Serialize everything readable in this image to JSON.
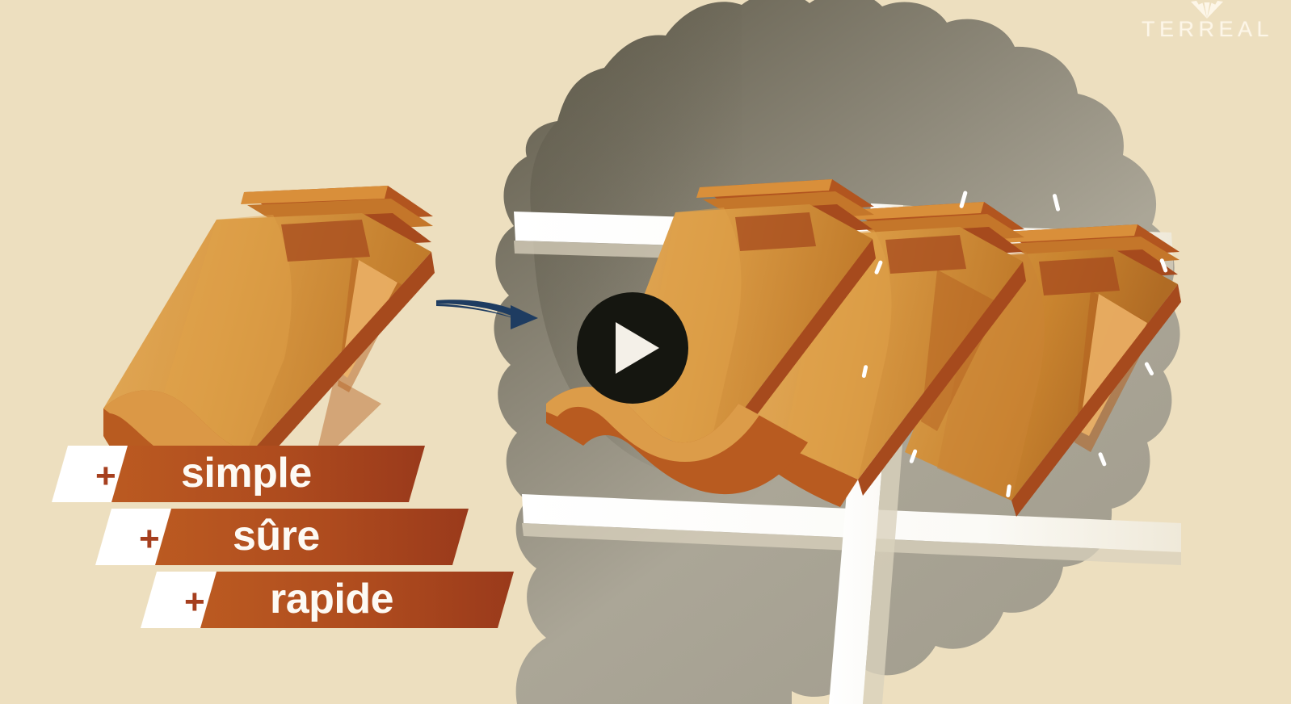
{
  "scene": {
    "type": "video-thumbnail",
    "background_color": "#eddfbf",
    "title": "Terreal roof tile installation video thumbnail"
  },
  "brand": {
    "logo_word": "TERREAL",
    "logo_icon": "fan-leaf-icon",
    "logo_color": "#fdf6e8"
  },
  "player": {
    "play_icon": "play-triangle-icon",
    "button_name": "play-video-button",
    "circle_color": "#151610",
    "triangle_color": "#f4f0e8"
  },
  "callout": {
    "arrow_icon": "curved-right-arrow-icon",
    "arrow_color": "#1e3c61"
  },
  "badges": [
    {
      "plus": "+",
      "label": "simple",
      "fill_start": "#b9541f",
      "fill_end": "#9c3d1c"
    },
    {
      "plus": "+",
      "label": "sûre",
      "fill_start": "#b9541f",
      "fill_end": "#9c3d1c"
    },
    {
      "plus": "+",
      "label": "rapide",
      "fill_start": "#b9541f",
      "fill_end": "#9c3d1c"
    }
  ],
  "illustration": {
    "single_tile_name": "roof-tile-single",
    "tile_cluster_name": "roof-tile-cluster",
    "tile_count_in_cluster": 3,
    "batten_color": "#ffffff",
    "blob_color_dark": "#6d6858",
    "blob_color_light": "#aaa598",
    "tile_color_light": "#e0a34e",
    "tile_color_mid": "#c97d2e",
    "tile_color_dark": "#a64a1d"
  }
}
